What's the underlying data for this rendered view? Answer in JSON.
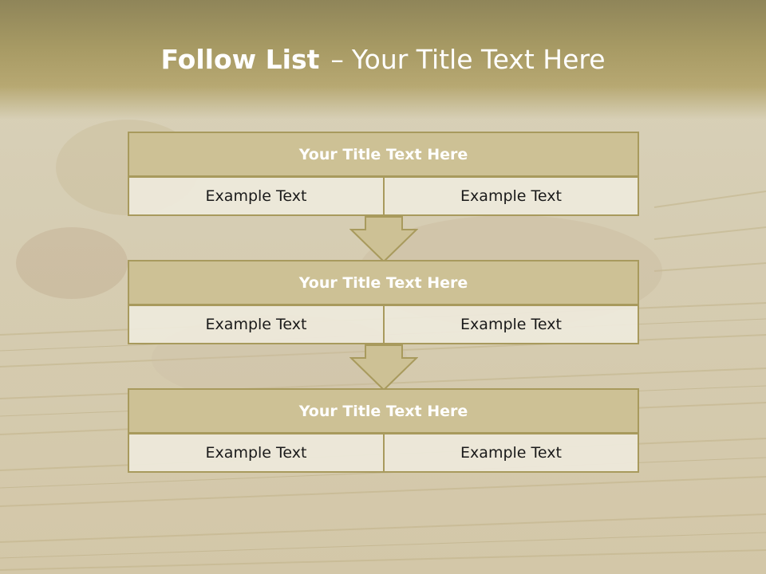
{
  "title": {
    "bold": "Follow List",
    "separator": "–",
    "rest": "Your Title Text Here"
  },
  "blocks": [
    {
      "title": "Your Title Text Here",
      "cells": [
        "Example Text",
        "Example Text"
      ]
    },
    {
      "title": "Your Title Text Here",
      "cells": [
        "Example Text",
        "Example Text"
      ]
    },
    {
      "title": "Your Title Text Here",
      "cells": [
        "Example Text",
        "Example Text"
      ]
    }
  ],
  "colors": {
    "accent": "#cdc195",
    "border": "#a89a5d",
    "header": "#a79a64"
  },
  "icons": [
    "down-arrow-icon",
    "down-arrow-icon"
  ]
}
